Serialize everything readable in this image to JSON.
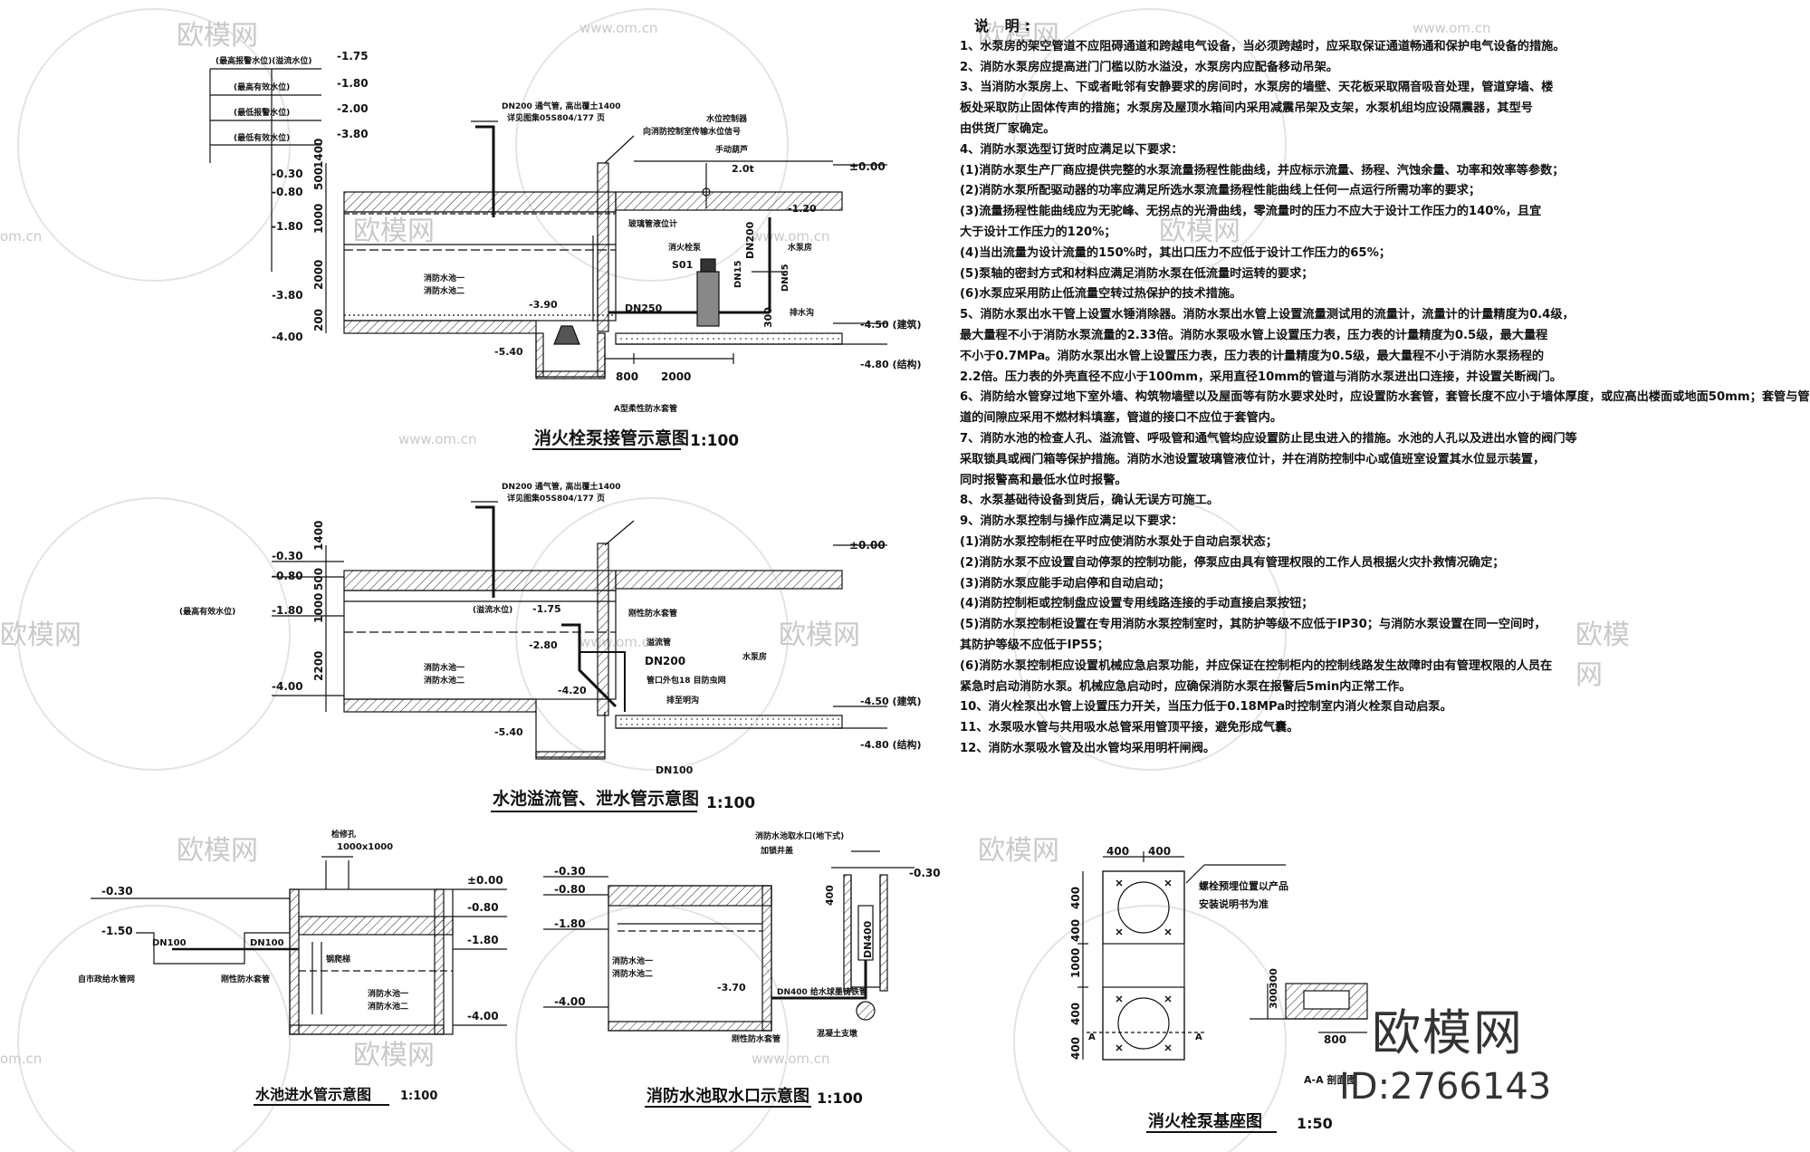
{
  "watermarks": {
    "brand": "欧模网",
    "site": "www.om.cn",
    "site_short": "om.cn"
  },
  "brand_mark": {
    "name": "欧模网",
    "id": "ID:2766143"
  },
  "drawing1": {
    "title": "消火栓泵接管示意图",
    "scale": "1:100",
    "levels": [
      "-1.75",
      "-1.80",
      "-2.00",
      "-3.80"
    ],
    "level_labels": [
      "(最高报警水位)(溢流水位)",
      "(最高有效水位)",
      "(最低报警水位)",
      "(最低有效水位)"
    ],
    "left_elev": [
      "-0.30",
      "-0.80",
      "-1.80",
      "-3.80",
      "-4.00"
    ],
    "dims": [
      "1400",
      "500",
      "1000",
      "2000",
      "200",
      "800",
      "2000",
      "300"
    ],
    "vent_note": "DN200 通气管, 高出覆土1400",
    "vent_ref": "详见图集05S804/177 页",
    "control_note": "水位控制器",
    "control_note2": "向消防控制室传输水位信号",
    "pool_labels": [
      "消防水池一",
      "消防水池二"
    ],
    "gauge": "玻璃管液位计",
    "pump_label": "消火栓泵",
    "pump_code": "S01",
    "pipe_labels": [
      "DN250",
      "DN200",
      "DN15",
      "DN65",
      "-3.90",
      "-5.40",
      "-1.20"
    ],
    "hoist": "手动葫芦",
    "hoist_load": "2.0t",
    "room": "水泵房",
    "drain": "排水沟",
    "elev_right": [
      "±0.00",
      "-4.50 (建筑)",
      "-4.80 (结构)"
    ],
    "riser": "A型柔性防水套管"
  },
  "drawing2": {
    "title": "水池溢流管、泄水管示意图",
    "scale": "1:100",
    "vent_note": "DN200 通气管, 高出覆土1400",
    "vent_ref": "详见图集05S804/177 页",
    "left_elev": [
      "-0.30",
      "-0.80",
      "-1.80",
      "-4.00",
      "-5.40"
    ],
    "left_label": "(最高有效水位)",
    "dims": [
      "1400",
      "500",
      "1000",
      "2200"
    ],
    "overflow_level": "(溢流水位)",
    "overflow_elev": "-1.75",
    "pipe_elev": [
      "-2.80",
      "-4.20"
    ],
    "pool_labels": [
      "消防水池一",
      "消防水池二"
    ],
    "notes": [
      "刚性防水套管",
      "溢流管",
      "DN200",
      "管口外包18 目防虫网",
      "排至明沟",
      "DN100"
    ],
    "room": "水泵房",
    "elev_right": [
      "±0.00",
      "-4.50 (建筑)",
      "-4.80 (结构)"
    ]
  },
  "drawing3": {
    "title": "水池进水管示意图",
    "scale": "1:100",
    "manhole": "检修孔",
    "manhole_size": "1000x1000",
    "elev_left": [
      "-0.30",
      "-1.50"
    ],
    "elev_right": [
      "±0.00",
      "-0.80",
      "-1.80",
      "-4.00"
    ],
    "pipes": [
      "DN100",
      "DN100"
    ],
    "labels": [
      "自市政给水管网",
      "刚性防水套管",
      "钢爬梯",
      "消防水池一",
      "消防水池二"
    ]
  },
  "drawing4": {
    "title": "消防水池取水口示意图",
    "scale": "1:100",
    "top_note": "消防水池取水口(地下式)",
    "top_note2": "加锁井盖",
    "elev_left": [
      "-0.30",
      "-0.80",
      "-1.80",
      "-4.00"
    ],
    "elev_right": "-0.30",
    "pipes": [
      "DN400",
      "DN400 给水球墨铸铁管",
      "-3.70"
    ],
    "dim": "400",
    "labels": [
      "消防水池一",
      "消防水池二",
      "刚性防水套管",
      "混凝土支墩"
    ]
  },
  "drawing5": {
    "title": "消火栓泵基座图",
    "scale": "1:50",
    "dims_top": [
      "400",
      "400"
    ],
    "dims_side": [
      "400",
      "400",
      "1000",
      "400",
      "400"
    ],
    "note": [
      "螺栓预埋位置以产品",
      "安装说明书为准"
    ],
    "section": "A-A 剖面图",
    "section_dims": [
      "300",
      "300",
      "800"
    ],
    "cut": "A"
  },
  "notes": {
    "heading": "说 明:",
    "lines": [
      "1、水泵房的架空管道不应阻碍通道和跨越电气设备，当必须跨越时，应采取保证通道畅通和保护电气设备的措施。",
      "2、消防水泵房应提高进门门槛以防水溢没，水泵房内应配备移动吊架。",
      "3、当消防水泵房上、下或者毗邻有安静要求的房间时，水泵房的墙壁、天花板采取隔音吸音处理，管道穿墙、楼",
      "   板处采取防止固体传声的措施；水泵房及屋顶水箱间内采用减震吊架及支架，水泵机组均应设隔震器，其型号",
      "   由供货厂家确定。",
      "4、消防水泵选型订货时应满足以下要求：",
      "(1)消防水泵生产厂商应提供完整的水泵流量扬程性能曲线，并应标示流量、扬程、汽蚀余量、功率和效率等参数；",
      "(2)消防水泵所配驱动器的功率应满足所选水泵流量扬程性能曲线上任何一点运行所需功率的要求；",
      "(3)流量扬程性能曲线应为无驼峰、无拐点的光滑曲线，零流量时的压力不应大于设计工作压力的140%，且宜",
      "   大于设计工作压力的120%；",
      "(4)当出流量为设计流量的150%时，其出口压力不应低于设计工作压力的65%；",
      "(5)泵轴的密封方式和材料应满足消防水泵在低流量时运转的要求；",
      "(6)水泵应采用防止低流量空转过热保护的技术措施。",
      "5、消防水泵出水干管上设置水锤消除器。消防水泵出水管上设置流量测试用的流量计，流量计的计量精度为0.4级，",
      "   最大量程不小于消防水泵流量的2.33倍。消防水泵吸水管上设置压力表，压力表的计量精度为0.5级，最大量程",
      "   不小于0.7MPa。消防水泵出水管上设置压力表，压力表的计量精度为0.5级，最大量程不小于消防水泵扬程的",
      "   2.2倍。压力表的外壳直径不应小于100mm，采用直径10mm的管道与消防水泵进出口连接，并设置关断阀门。",
      "6、消防给水管穿过地下室外墙、构筑物墙壁以及屋面等有防水要求处时，应设置防水套管，套管长度不应小于墙体厚度，或应高出楼面或地面50mm；套管与管",
      "   道的间隙应采用不燃材料填塞，管道的接口不应位于套管内。",
      "7、消防水池的检查人孔、溢流管、呼吸管和通气管均应设置防止昆虫进入的措施。水池的人孔以及进出水管的阀门等",
      "   采取锁具或阀门箱等保护措施。消防水池设置玻璃管液位计，并在消防控制中心或值班室设置其水位显示装置，",
      "   同时报警高和最低水位时报警。",
      "8、水泵基础待设备到货后，确认无误方可施工。",
      "9、消防水泵控制与操作应满足以下要求：",
      "(1)消防水泵控制柜在平时应使消防水泵处于自动启泵状态；",
      "(2)消防水泵不应设置自动停泵的控制功能，停泵应由具有管理权限的工作人员根据火灾扑救情况确定；",
      "(3)消防水泵应能手动启停和自动启动；",
      "(4)消防控制柜或控制盘应设置专用线路连接的手动直接启泵按钮；",
      "(5)消防水泵控制柜设置在专用消防水泵控制室时，其防护等级不应低于IP30；与消防水泵设置在同一空间时，",
      "   其防护等级不应低于IP55；",
      "(6)消防水泵控制柜应设置机械应急启泵功能，并应保证在控制柜内的控制线路发生故障时由有管理权限的人员在",
      "   紧急时启动消防水泵。机械应急启动时，应确保消防水泵在报警后5min内正常工作。",
      "10、消火栓泵出水管上设置压力开关，当压力低于0.18MPa时控制室内消火栓泵自动启泵。",
      "11、水泵吸水管与共用吸水总管采用管顶平接，避免形成气囊。",
      "12、消防水泵吸水管及出水管均采用明杆闸阀。"
    ]
  }
}
